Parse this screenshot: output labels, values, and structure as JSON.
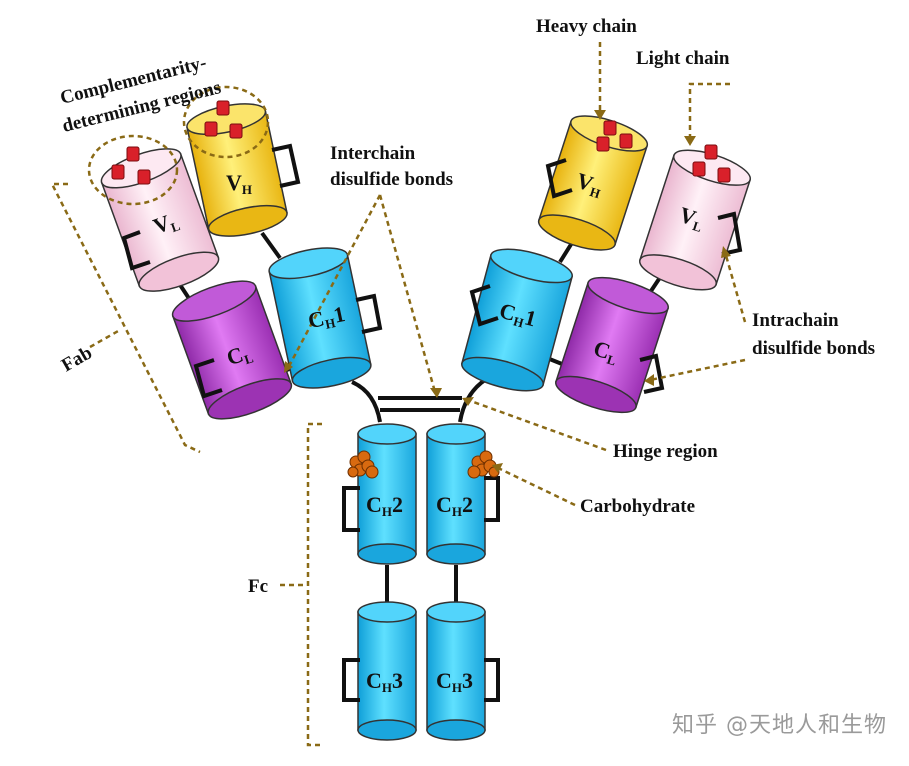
{
  "labels": {
    "cdr_line1": "Complementarity-",
    "cdr_line2": "determining regions",
    "interchain_line1": "Interchain",
    "interchain_line2": "disulfide bonds",
    "heavy_chain": "Heavy chain",
    "light_chain": "Light chain",
    "intrachain_line1": "Intrachain",
    "intrachain_line2": "disulfide bonds",
    "hinge": "Hinge region",
    "carbohydrate": "Carbohydrate",
    "fab": "Fab",
    "fc": "Fc"
  },
  "domains": {
    "V": "V",
    "C": "C",
    "sub_H": "H",
    "sub_L": "L",
    "num_1": "1",
    "num_2": "2",
    "num_3": "3"
  },
  "watermark": "知乎 @天地人和生物",
  "colors": {
    "heavy_variable": "#f2cc2a",
    "light_variable": "#f7cfe0",
    "heavy_constant": "#22b8ec",
    "light_constant": "#b345c9",
    "cdr_cap": "#d9202a",
    "carbohydrate": "#d86a10",
    "annotation": "#8a6a16",
    "bond": "#111111"
  }
}
